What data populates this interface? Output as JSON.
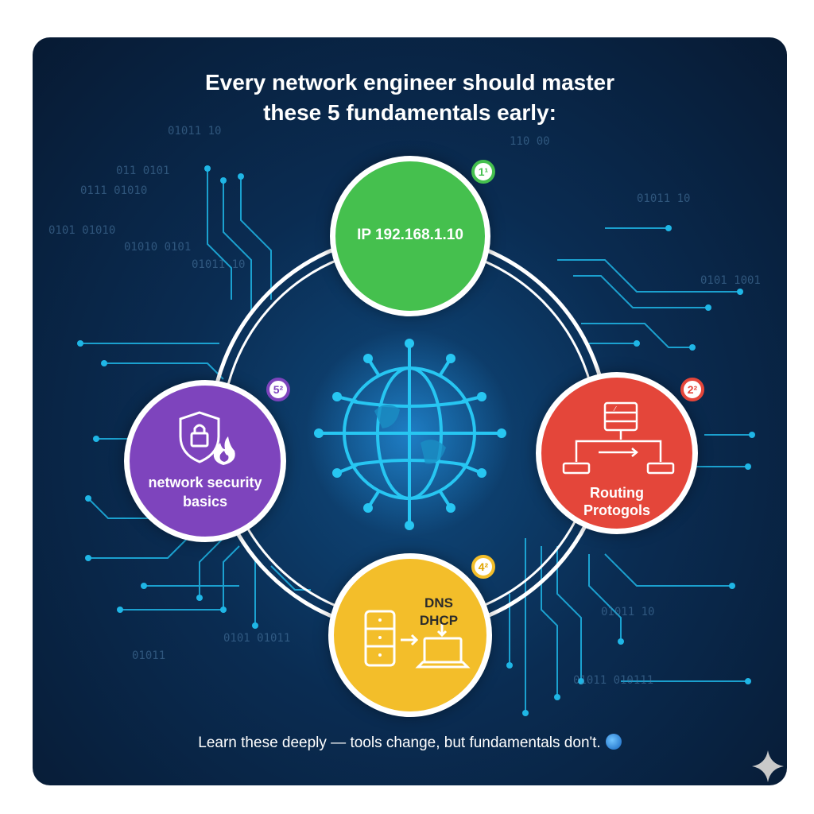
{
  "title": {
    "line1": "Every network engineer should master",
    "line2": "these 5 fundamentals early:"
  },
  "nodes": {
    "ip": {
      "badge": "1¹",
      "label": "IP 192.168.1.10",
      "color": "#45c04e"
    },
    "routing": {
      "badge": "2²",
      "label_line1": "Routing",
      "label_line2": "Protogols",
      "color": "#e4463a",
      "icon": "router-diagram-icon"
    },
    "dns": {
      "badge": "4²",
      "label_line1": "DNS",
      "label_line2": "DHCP",
      "color": "#f3be2a",
      "icon": "server-to-laptop-icon"
    },
    "security": {
      "badge": "5²",
      "label_line1": "network security",
      "label_line2": "basics",
      "color": "#7e44bd",
      "icon": "shield-lock-fire-icon"
    }
  },
  "center_icon": "globe-network-icon",
  "binary_text": [
    "01011  10",
    "110  00",
    "011  0101",
    "0111  01010",
    "0101  01010",
    "01010  0101",
    "01011  10",
    "01011  10",
    "0101  1001",
    "01011  10",
    "01011",
    "01011  010111",
    "0101  01011"
  ],
  "footer": {
    "text": "Learn these deeply — tools change, but fundamentals don't.",
    "emoji": "globe-emoji"
  },
  "colors": {
    "background": "#0a2c52",
    "accent_line": "#1fb6e6",
    "ring": "#ffffff"
  }
}
